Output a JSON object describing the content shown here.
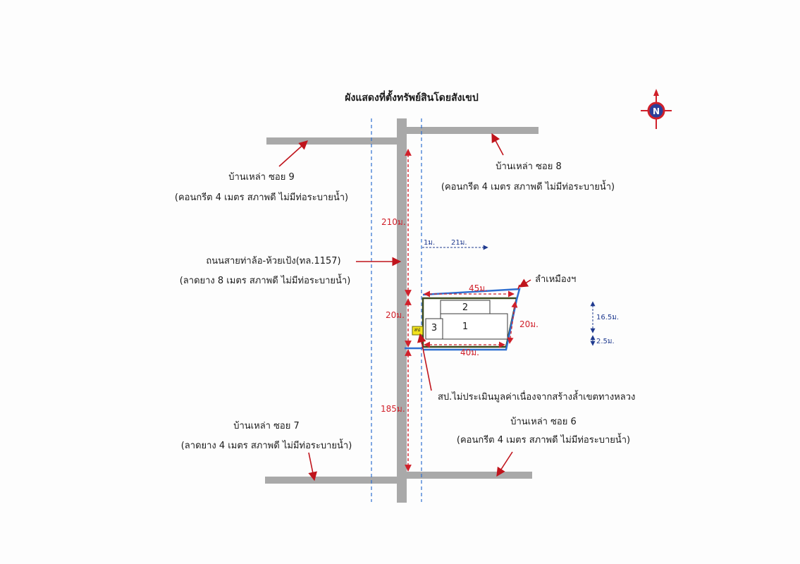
{
  "title": "ผังแสดงที่ตั้งทรัพย์สินโดยสังเขป",
  "compass": {
    "letter": "N",
    "color": "#d0202a"
  },
  "roads": {
    "soi9": {
      "name": "บ้านเหล่า ซอย 9",
      "desc": "(คอนกรีต 4 เมตร สภาพดี ไม่มีท่อระบายน้ำ)"
    },
    "soi8": {
      "name": "บ้านเหล่า ซอย 8",
      "desc": "(คอนกรีต 4 เมตร สภาพดี ไม่มีท่อระบายน้ำ)"
    },
    "main": {
      "name": "ถนนสายท่าล้อ-ห้วยเป้ง(ทล.1157)",
      "desc": "(ลาดยาง 8 เมตร สภาพดี ไม่มีท่อระบายน้ำ)"
    },
    "soi7": {
      "name": "บ้านเหล่า ซอย 7",
      "desc": "(ลาดยาง 4 เมตร สภาพดี ไม่มีท่อระบายน้ำ)"
    },
    "soi6": {
      "name": "บ้านเหล่า ซอย 6",
      "desc": "(คอนกรีต 4 เมตร สภาพดี ไม่มีท่อระบายน้ำ)"
    }
  },
  "dimensions": {
    "d210": "210ม.",
    "d20left": "20ม.",
    "d185": "185ม.",
    "d45": "45ม.",
    "d20right": "20ม.",
    "d40": "40ม.",
    "d1": "1ม.",
    "d21": "21ม.",
    "d16_5": "16.5ม.",
    "d2_5": "2.5ม."
  },
  "buildings": {
    "b1": "1",
    "b2": "2",
    "b3": "3",
    "marker": "สป"
  },
  "notes": {
    "canal": "ลำเหมืองฯ",
    "encroach": "สป.ไม่ประเมินมูลค่าเนื่องจากสร้างล้ำเขตทางหลวง"
  },
  "colors": {
    "road": "#a9a9a9",
    "dim_red": "#d0202a",
    "boundary_blue": "#2f6fd0",
    "plot_outline": "#3c4a1e",
    "marker_yellow": "#f2e21c"
  }
}
